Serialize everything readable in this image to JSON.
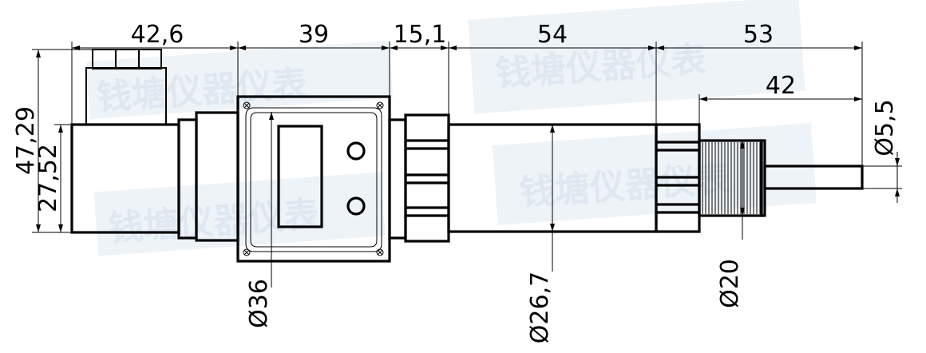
{
  "watermark": {
    "text": "钱塘仪器仪表"
  },
  "dimensions": {
    "top": [
      "42,6",
      "39",
      "15,1",
      "54",
      "53"
    ],
    "probe_length": "42",
    "left_overall_height": "47,29",
    "left_connector_height": "27,52",
    "right_tip_diameter": "Ø5,5",
    "housing_diameter": "Ø36",
    "body_diameter": "Ø26,7",
    "thread_diameter": "Ø20"
  },
  "colors": {
    "line": "#000000",
    "watermark": "#dfe8f0"
  }
}
